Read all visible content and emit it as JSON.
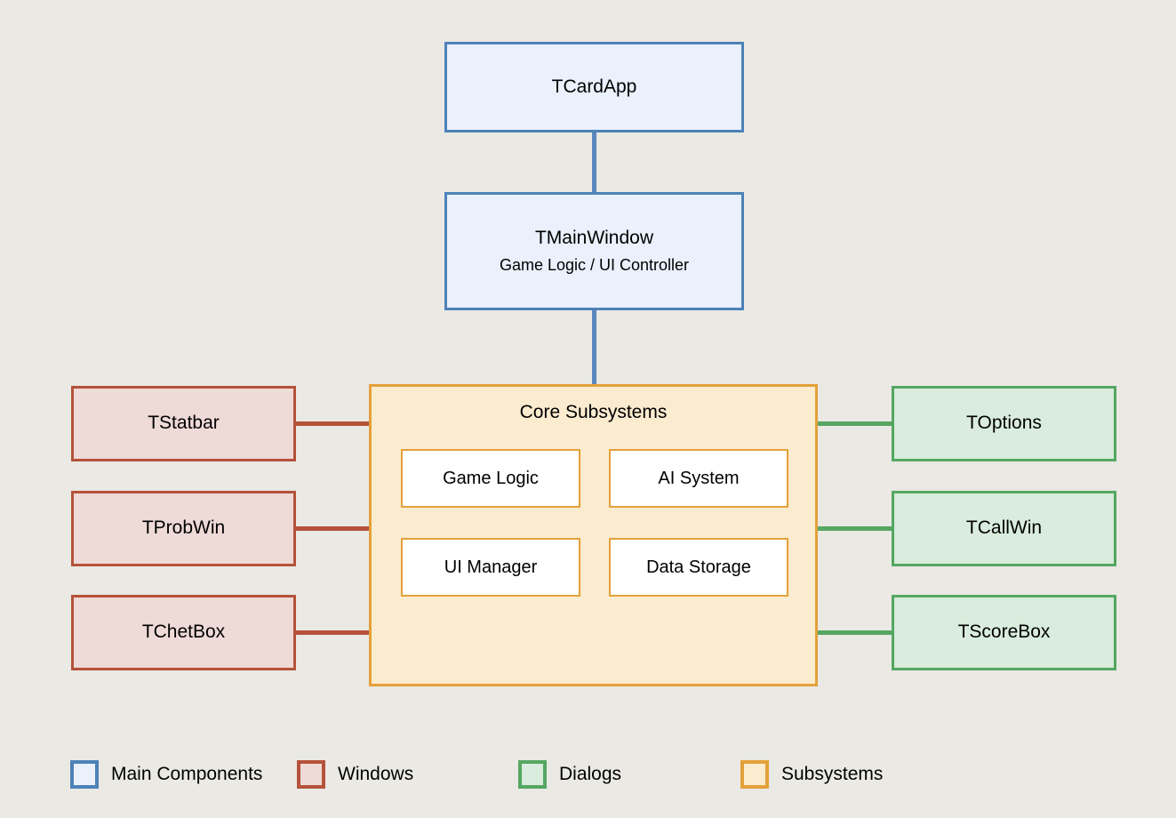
{
  "diagram": {
    "background_color": "#eae9e4",
    "main_components": [
      {
        "id": "tcardapp",
        "label": "TCardApp",
        "sub": ""
      },
      {
        "id": "tmainwindow",
        "label": "TMainWindow",
        "sub": "Game Logic / UI Controller"
      }
    ],
    "core": {
      "title": "Core Subsystems",
      "items": [
        {
          "id": "game-logic",
          "label": "Game Logic"
        },
        {
          "id": "ai-system",
          "label": "AI System"
        },
        {
          "id": "ui-manager",
          "label": "UI Manager"
        },
        {
          "id": "data-storage",
          "label": "Data Storage"
        }
      ]
    },
    "windows": [
      {
        "id": "tstatbar",
        "label": "TStatbar"
      },
      {
        "id": "tprobwin",
        "label": "TProbWin"
      },
      {
        "id": "tchetbox",
        "label": "TChetBox"
      }
    ],
    "dialogs": [
      {
        "id": "toptions",
        "label": "TOptions"
      },
      {
        "id": "tcallwin",
        "label": "TCallWin"
      },
      {
        "id": "tscorebox",
        "label": "TScoreBox"
      }
    ],
    "legend": [
      {
        "id": "main-components",
        "label": "Main Components",
        "border": "#4d82b8",
        "fill": "#eaf0fc"
      },
      {
        "id": "windows",
        "label": "Windows",
        "border": "#b5523a",
        "fill": "#eedad7"
      },
      {
        "id": "dialogs",
        "label": "Dialogs",
        "border": "#55a762",
        "fill": "#d9ecdd"
      },
      {
        "id": "subsystems",
        "label": "Subsystems",
        "border": "#e4a13a",
        "fill": "#fbebcf"
      }
    ]
  }
}
